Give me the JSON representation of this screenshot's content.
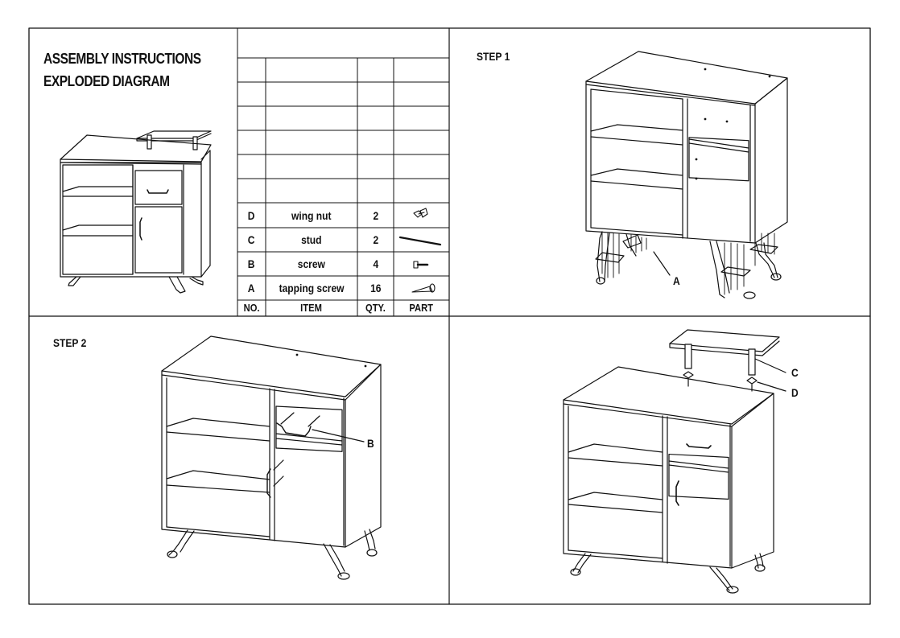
{
  "title": {
    "line1": "ASSEMBLY INSTRUCTIONS",
    "line2": "EXPLODED DIAGRAM"
  },
  "parts_table": {
    "headers": {
      "no": "NO.",
      "item": "ITEM",
      "qty": "QTY.",
      "part": "PART"
    },
    "rows": [
      {
        "no": "D",
        "item": "wing nut",
        "qty": "2",
        "part_icon": "wing-nut-icon"
      },
      {
        "no": "C",
        "item": "stud",
        "qty": "2",
        "part_icon": "stud-icon"
      },
      {
        "no": "B",
        "item": "screw",
        "qty": "4",
        "part_icon": "screw-icon"
      },
      {
        "no": "A",
        "item": "tapping screw",
        "qty": "16",
        "part_icon": "tapping-screw-icon"
      }
    ]
  },
  "steps": {
    "step1": {
      "label": "STEP 1",
      "callout": "A"
    },
    "step2": {
      "label": "STEP 2",
      "callout": "B"
    },
    "step3": {
      "callout_stud": "C",
      "callout_nut": "D"
    }
  },
  "colors": {
    "line": "#111111",
    "background": "#ffffff"
  }
}
